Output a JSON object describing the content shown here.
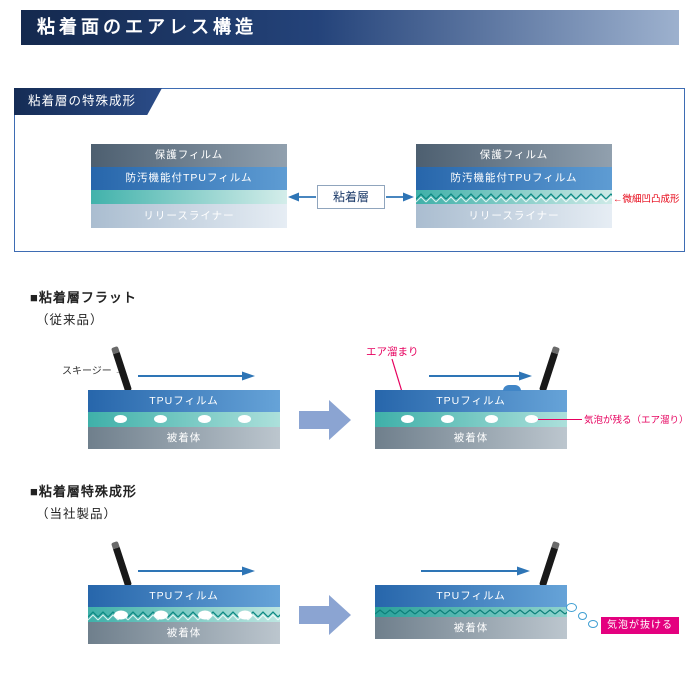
{
  "header": {
    "title": "粘着面のエアレス構造"
  },
  "panel": {
    "tag": "粘着層の特殊成形",
    "layers": {
      "protect": "保護フィルム",
      "tpu": "防汚機能付TPUフィルム",
      "liner": "リリースライナー"
    },
    "center_label": "粘着層",
    "micro_note": "←微細凹凸成形"
  },
  "flat_section": {
    "heading": "■粘着層フラット",
    "subheading": "（従来品）",
    "squeegee_label": "スキージー →",
    "film_label": "TPUフィルム",
    "base_label": "被着体",
    "air_pocket_label": "エア溜まり",
    "result_label": "気泡が残る（エア溜り）"
  },
  "special_section": {
    "heading": "■粘着層特殊成形",
    "subheading": "（当社製品）",
    "film_label": "TPUフィルム",
    "base_label": "被着体",
    "escape_label": "気泡が抜ける"
  },
  "colors": {
    "navy": "#14294e",
    "panel_border": "#3e6cb3",
    "arrow_blue": "#2e75b6",
    "block_arrow": "#8ba4d2",
    "teal": "#3fb0a9",
    "red_note": "#e60012",
    "pink_note": "#e6005e",
    "magenta_label": "#e4007f"
  }
}
